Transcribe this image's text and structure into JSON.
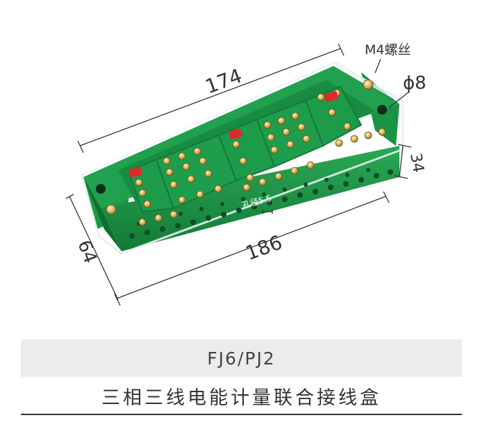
{
  "dimensions": {
    "top_length": "174",
    "bottom_length": "186",
    "depth": "64",
    "height": "34",
    "screw": "M4螺丝",
    "hole_diameter": "ϕ8",
    "aperture": "孔径5.5"
  },
  "product": {
    "model": "FJ6/PJ2",
    "title": "三相三线电能计量联合接线盒"
  },
  "colors": {
    "body_green": "#1f9a4a",
    "dark_green": "#137a37",
    "terminal_brass": "#d9b35a",
    "red_link": "#e02a2a",
    "band_gray": "#ececec"
  }
}
